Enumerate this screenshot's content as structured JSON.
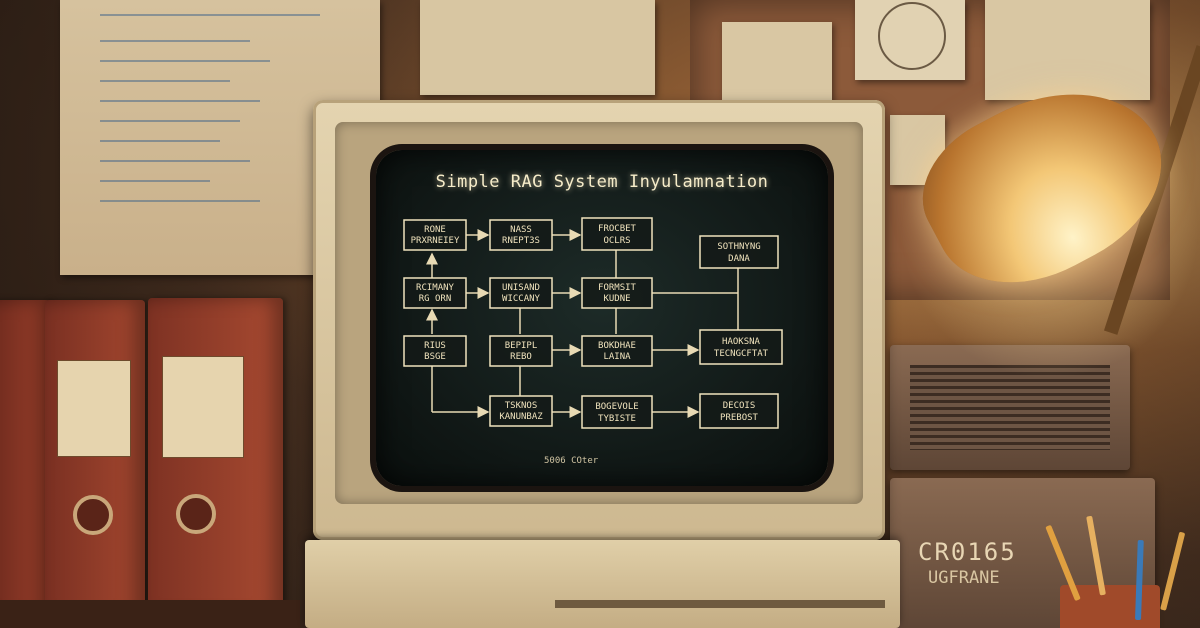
{
  "scene": {
    "screen_title": "Simple RAG System Inyulamnation",
    "screen_footer": "5006 COter",
    "equipment_label": "CR0165",
    "equipment_sublabel": "UGFRANE"
  },
  "flowchart": {
    "nodes": [
      {
        "id": "n1",
        "line1": "RONE",
        "line2": "PRXRNEIEY"
      },
      {
        "id": "n2",
        "line1": "NASS",
        "line2": "RNEPT3S"
      },
      {
        "id": "n3",
        "line1": "FROCBET",
        "line2": "OCLRS"
      },
      {
        "id": "n4",
        "line1": "SOTHNYNG",
        "line2": "DANA"
      },
      {
        "id": "n5",
        "line1": "RCIMANY",
        "line2": "RG ORN"
      },
      {
        "id": "n6",
        "line1": "UNISAND",
        "line2": "WICCANY"
      },
      {
        "id": "n7",
        "line1": "FORMSIT",
        "line2": "KUDNE"
      },
      {
        "id": "n8",
        "line1": "RIUS",
        "line2": "BSGE"
      },
      {
        "id": "n9",
        "line1": "BEPIPL",
        "line2": "REBO"
      },
      {
        "id": "n10",
        "line1": "BOKDHAE",
        "line2": "LAINA"
      },
      {
        "id": "n11",
        "line1": "HAOKSNA",
        "line2": "TECNGCFTAT"
      },
      {
        "id": "n12",
        "line1": "TSKNOS",
        "line2": "KANUNBAZ"
      },
      {
        "id": "n13",
        "line1": "BOGEVOLE",
        "line2": "TYBISTE"
      },
      {
        "id": "n14",
        "line1": "DECOIS",
        "line2": "PREBOST"
      }
    ]
  },
  "colors": {
    "screen_text": "#f0e3bd",
    "monitor_beige": "#e4d4b0",
    "binder_red": "#a4472f",
    "lamp_glow": "#f3c776"
  }
}
